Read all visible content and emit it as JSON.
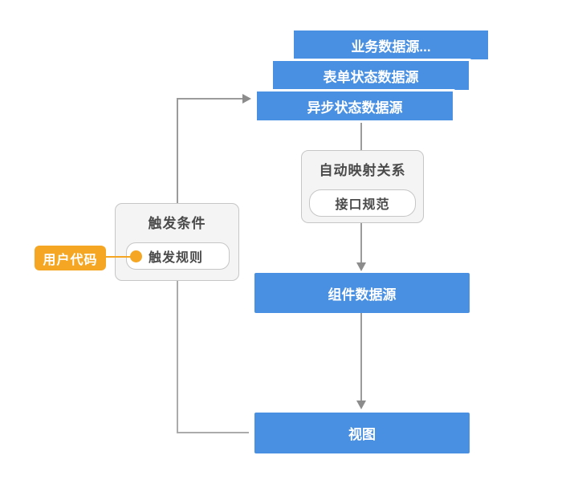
{
  "sources": {
    "business": "业务数据源...",
    "form": "表单状态数据源",
    "async": "异步状态数据源"
  },
  "mapping": {
    "title": "自动映射关系",
    "spec": "接口规范"
  },
  "trigger": {
    "title": "触发条件",
    "rule": "触发规则"
  },
  "user_code_label": "用户代码",
  "component_source_label": "组件数据源",
  "view_label": "视图",
  "colors": {
    "blue": "#4a90e2",
    "orange": "#f5a623",
    "panel_bg": "#f4f4f4",
    "panel_border": "#c6c6c6",
    "line": "#9b9b9b",
    "line_thin": "#ababab",
    "arrow": "#8c8c8c",
    "text_dark": "#4a4a4a"
  }
}
